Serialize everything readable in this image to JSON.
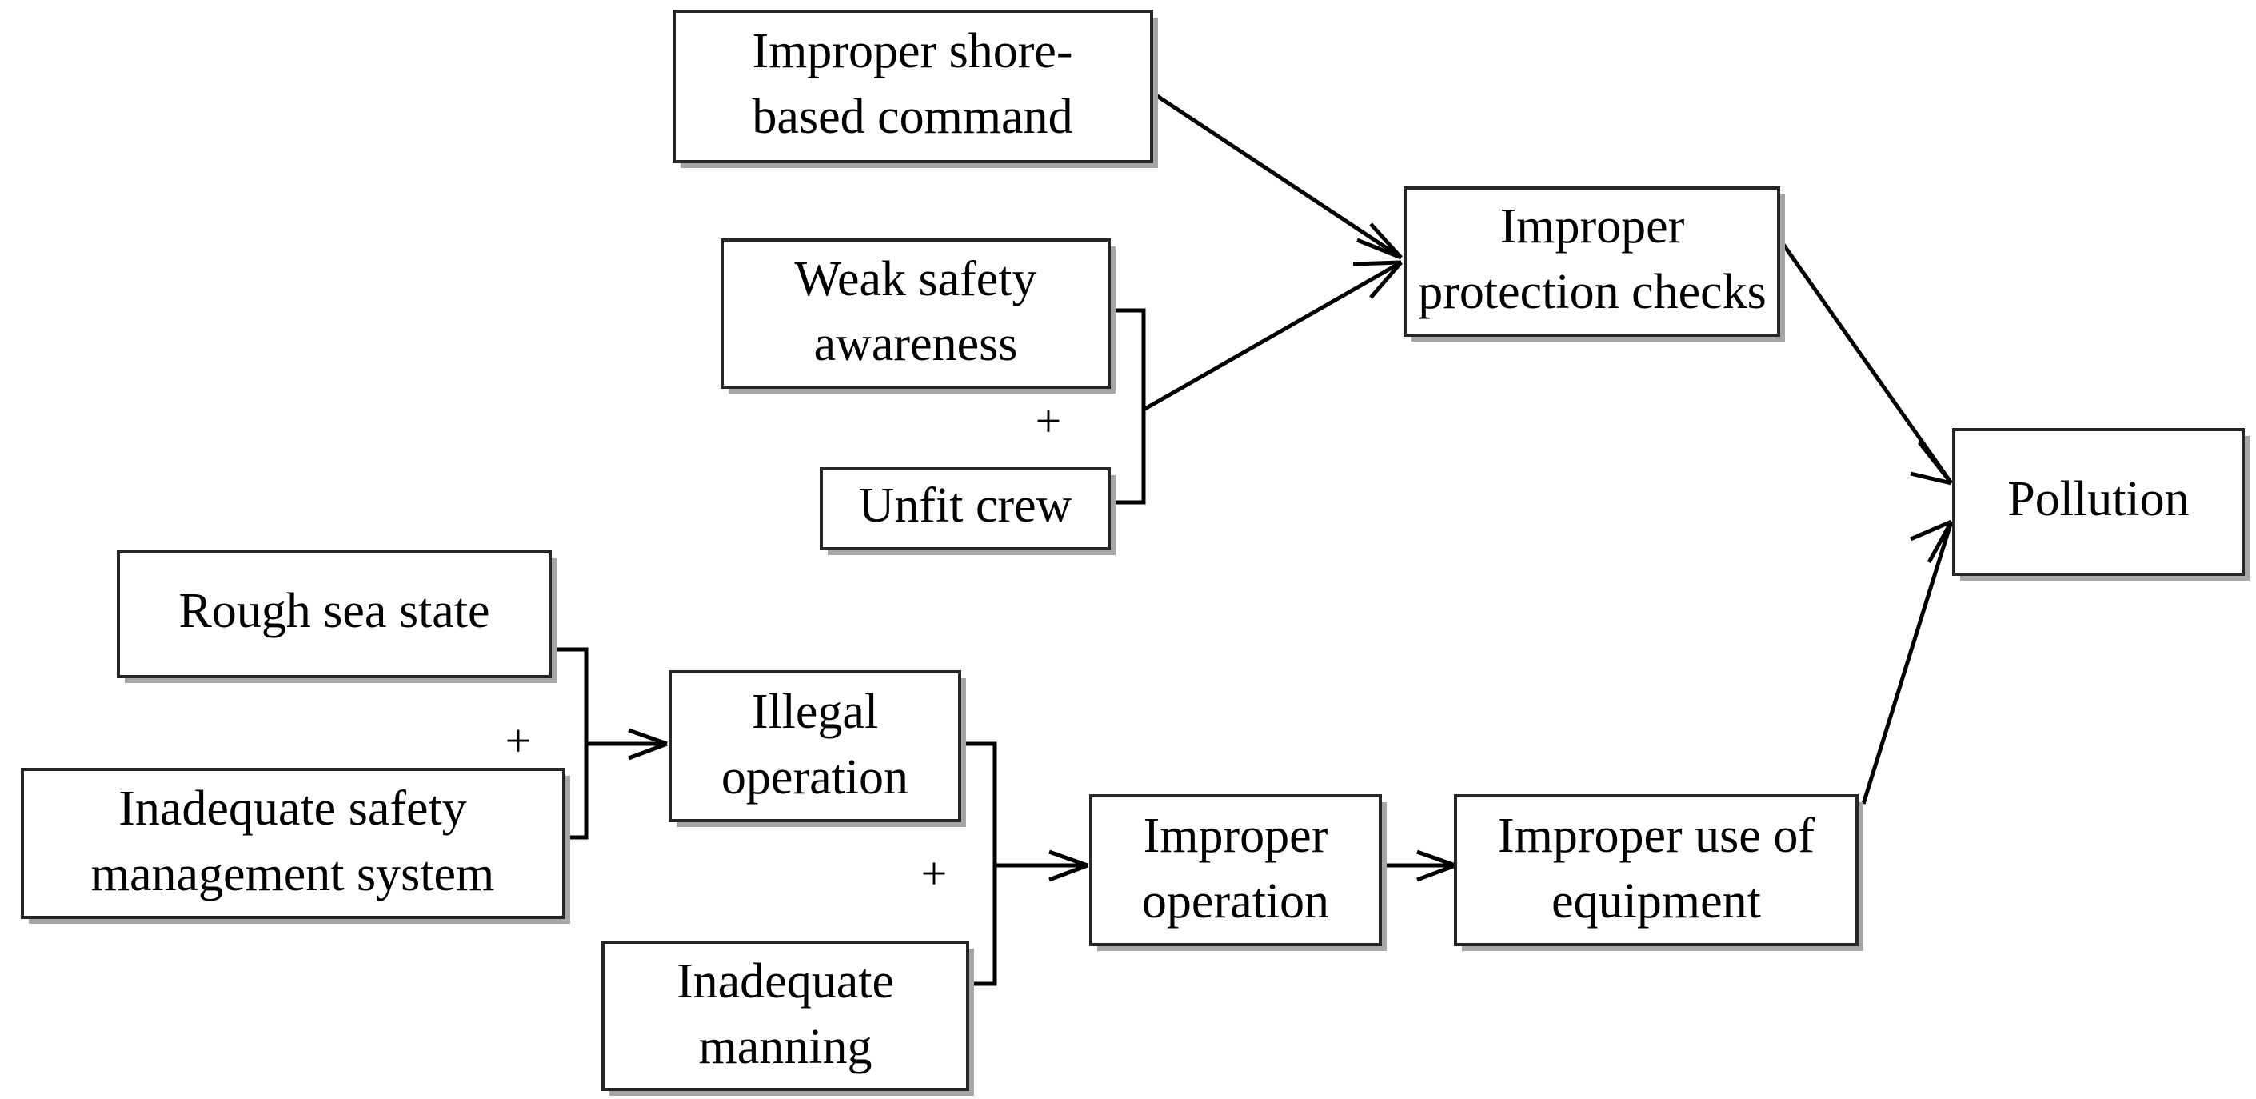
{
  "diagram": {
    "type": "causal-chain-flow-diagram",
    "background_color": "#ffffff",
    "box_border_color": "#262626",
    "box_fill_color": "#ffffff",
    "shadow_color": "#a6a6a6",
    "line_color": "#000000",
    "nodes": [
      {
        "id": "improper-shore-based-command",
        "label_line1": "Improper shore-",
        "label_line2": "based command"
      },
      {
        "id": "weak-safety-awareness",
        "label_line1": "Weak safety",
        "label_line2": "awareness"
      },
      {
        "id": "unfit-crew",
        "label_line1": "Unfit crew",
        "label_line2": ""
      },
      {
        "id": "improper-protection-checks",
        "label_line1": "Improper",
        "label_line2": "protection checks"
      },
      {
        "id": "pollution",
        "label_line1": "Pollution",
        "label_line2": ""
      },
      {
        "id": "rough-sea-state",
        "label_line1": "Rough sea state",
        "label_line2": ""
      },
      {
        "id": "inadequate-safety-management-system",
        "label_line1": "Inadequate safety",
        "label_line2": "management system"
      },
      {
        "id": "illegal-operation",
        "label_line1": "Illegal",
        "label_line2": "operation"
      },
      {
        "id": "inadequate-manning",
        "label_line1": "Inadequate",
        "label_line2": "manning"
      },
      {
        "id": "improper-operation",
        "label_line1": "Improper",
        "label_line2": "operation"
      },
      {
        "id": "improper-use-of-equipment",
        "label_line1": "Improper use of",
        "label_line2": "equipment"
      }
    ],
    "operators": [
      {
        "id": "plus-weak-safety-unfit-crew",
        "symbol": "+"
      },
      {
        "id": "plus-rough-sea-inadequate-sms",
        "symbol": "+"
      },
      {
        "id": "plus-illegal-operation-inadequate-manning",
        "symbol": "+"
      }
    ],
    "edges": [
      {
        "from": "improper-shore-based-command",
        "to": "improper-protection-checks"
      },
      {
        "from": "weak-safety-awareness+unfit-crew",
        "to": "improper-protection-checks"
      },
      {
        "from": "improper-protection-checks",
        "to": "pollution"
      },
      {
        "from": "rough-sea-state+inadequate-safety-management-system",
        "to": "illegal-operation"
      },
      {
        "from": "illegal-operation+inadequate-manning",
        "to": "improper-operation"
      },
      {
        "from": "improper-operation",
        "to": "improper-use-of-equipment"
      },
      {
        "from": "improper-use-of-equipment",
        "to": "pollution"
      }
    ]
  }
}
